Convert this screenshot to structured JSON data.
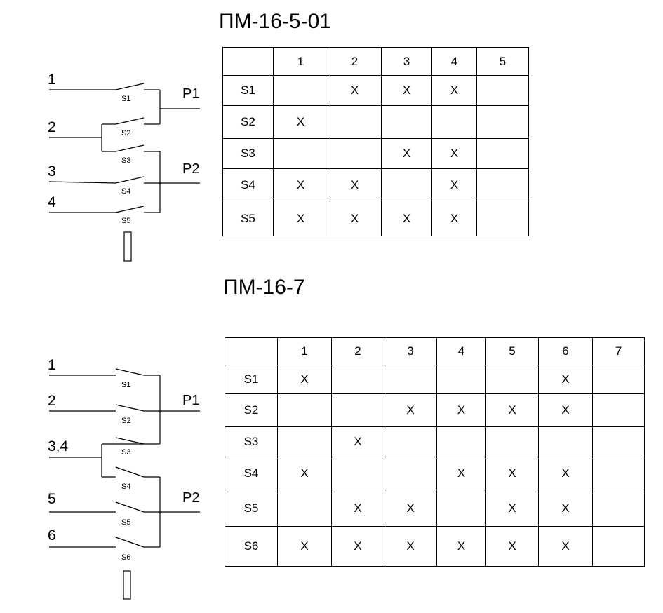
{
  "sections": [
    {
      "title": "ПМ-16-5-01",
      "columns": [
        "",
        "1",
        "2",
        "3",
        "4",
        "5"
      ],
      "rows": [
        {
          "label": "S1",
          "cells": [
            "",
            "X",
            "X",
            "X",
            ""
          ]
        },
        {
          "label": "S2",
          "cells": [
            "X",
            "",
            "",
            "",
            ""
          ]
        },
        {
          "label": "S3",
          "cells": [
            "",
            "",
            "X",
            "X",
            ""
          ]
        },
        {
          "label": "S4",
          "cells": [
            "X",
            "X",
            "",
            "X",
            ""
          ]
        },
        {
          "label": "S5",
          "cells": [
            "X",
            "X",
            "X",
            "X",
            ""
          ]
        }
      ],
      "schematic": {
        "inputs": [
          "1",
          "2",
          "3",
          "4"
        ],
        "switches": [
          "S1",
          "S2",
          "S3",
          "S4",
          "S5"
        ],
        "outputs": [
          "P1",
          "P2"
        ]
      }
    },
    {
      "title": "ПМ-16-7",
      "columns": [
        "",
        "1",
        "2",
        "3",
        "4",
        "5",
        "6",
        "7"
      ],
      "rows": [
        {
          "label": "S1",
          "cells": [
            "X",
            "",
            "",
            "",
            "",
            "X",
            ""
          ]
        },
        {
          "label": "S2",
          "cells": [
            "",
            "",
            "X",
            "X",
            "X",
            "X",
            ""
          ]
        },
        {
          "label": "S3",
          "cells": [
            "",
            "X",
            "",
            "",
            "",
            "",
            ""
          ]
        },
        {
          "label": "S4",
          "cells": [
            "X",
            "",
            "",
            "X",
            "X",
            "X",
            ""
          ]
        },
        {
          "label": "S5",
          "cells": [
            "",
            "X",
            "X",
            "",
            "X",
            "X",
            ""
          ]
        },
        {
          "label": "S6",
          "cells": [
            "X",
            "X",
            "X",
            "X",
            "X",
            "X",
            ""
          ]
        }
      ],
      "schematic": {
        "inputs": [
          "1",
          "2",
          "3,4",
          "5",
          "6"
        ],
        "switches": [
          "S1",
          "S2",
          "S3",
          "S4",
          "S5",
          "S6"
        ],
        "outputs": [
          "P1",
          "P2"
        ]
      }
    }
  ]
}
